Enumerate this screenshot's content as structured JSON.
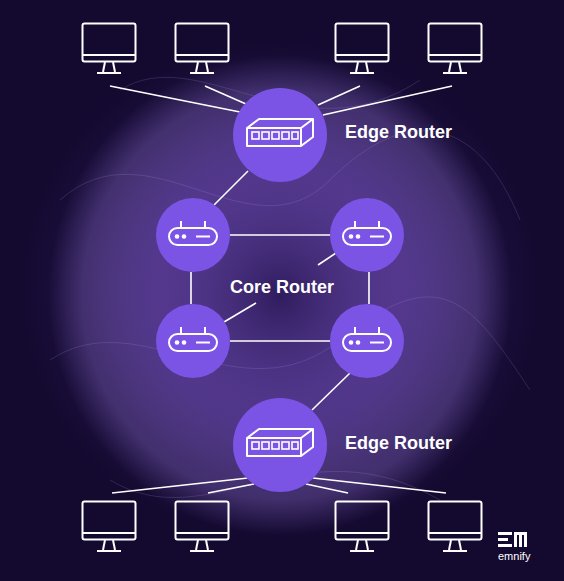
{
  "diagram": {
    "nodes": [
      {
        "text": [
          "Edge Router"
        ]
      },
      {
        "text": [
          "Edge Router"
        ]
      }
    ],
    "labels": [
      "Core Router",
      "emnify"
    ]
  }
}
